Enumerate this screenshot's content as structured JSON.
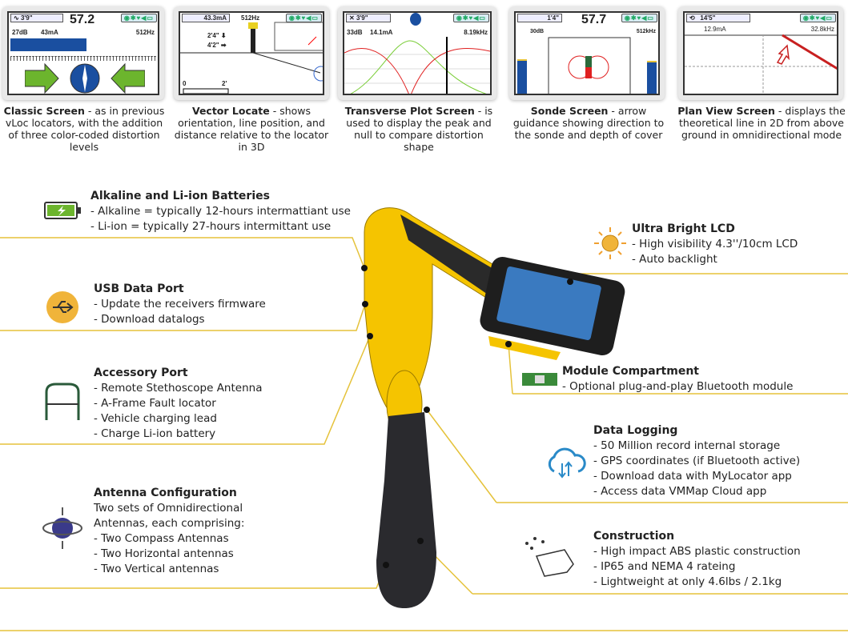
{
  "screens": [
    {
      "title": "Classic Screen",
      "desc": " - as in previous vLoc locators, with the addition of three color-coded distortion levels",
      "depth": "3'9\"",
      "signal": "57.2",
      "gain": "27dB",
      "current": "43mA",
      "freq": "512Hz"
    },
    {
      "title": "Vector Locate",
      "desc": " - shows orientation, line position, and distance relative to the locator in 3D",
      "current": "43.3mA",
      "freq": "512Hz",
      "depth1": "2'4\"",
      "depth2": "4'2\"",
      "scale0": "0",
      "scale1": "2'"
    },
    {
      "title": "Transverse Plot Screen",
      "desc": " - is used to display the peak and null to compare distortion shape",
      "depth": "3'9\"",
      "gain": "33dB",
      "current": "14.1mA",
      "freq": "8.19kHz"
    },
    {
      "title": "Sonde Screen",
      "desc": " - arrow guidance showing direction to the sonde and depth of cover",
      "depth": "1'4\"",
      "signal": "57.7",
      "gain": "30dB",
      "freq": "512kHz"
    },
    {
      "title": "Plan View Screen",
      "desc": " - displays the theoretical line in 2D from above ground in omnidirectional mode",
      "depth": "14'5\"",
      "current": "12.9mA",
      "freq": "32.8kHz"
    }
  ],
  "features": {
    "batteries": {
      "title": "Alkaline and Li-ion Batteries",
      "items": [
        "- Alkaline = typically 12-hours intermattiant use",
        "- Li-ion = typically 27-hours intermittant use"
      ]
    },
    "usb": {
      "title": "USB Data Port",
      "items": [
        "- Update the receivers firmware",
        "- Download datalogs"
      ]
    },
    "accessory": {
      "title": "Accessory Port",
      "items": [
        "- Remote Stethoscope Antenna",
        "- A-Frame Fault locator",
        "- Vehicle charging lead",
        "- Charge Li-ion battery"
      ]
    },
    "antenna": {
      "title": "Antenna Configuration",
      "items": [
        "Two sets of Omnidirectional",
        "Antennas, each comprising:",
        "- Two Compass Antennas",
        "- Two Horizontal antennas",
        "- Two Vertical antennas"
      ]
    },
    "lcd": {
      "title": "Ultra Bright LCD",
      "items": [
        "- High visibility 4.3''/10cm LCD",
        "- Auto backlight"
      ]
    },
    "module": {
      "title": "Module Compartment",
      "items": [
        "- Optional plug-and-play Bluetooth module"
      ]
    },
    "logging": {
      "title": "Data Logging",
      "items": [
        "- 50 Million record internal storage",
        "- GPS coordinates (if Bluetooth active)",
        "- Download data with MyLocator app",
        "- Access data VMMap Cloud app"
      ]
    },
    "construction": {
      "title": "Construction",
      "items": [
        "- High impact ABS plastic construction",
        "- IP65 and NEMA 4 rateing",
        "- Lightweight at only 4.6lbs / 2.1kg"
      ]
    }
  },
  "colors": {
    "accent": "#e5c23a",
    "device_yellow": "#f5c400",
    "blue": "#1a4fa0",
    "green": "#6cb52d",
    "red": "#e02020"
  }
}
